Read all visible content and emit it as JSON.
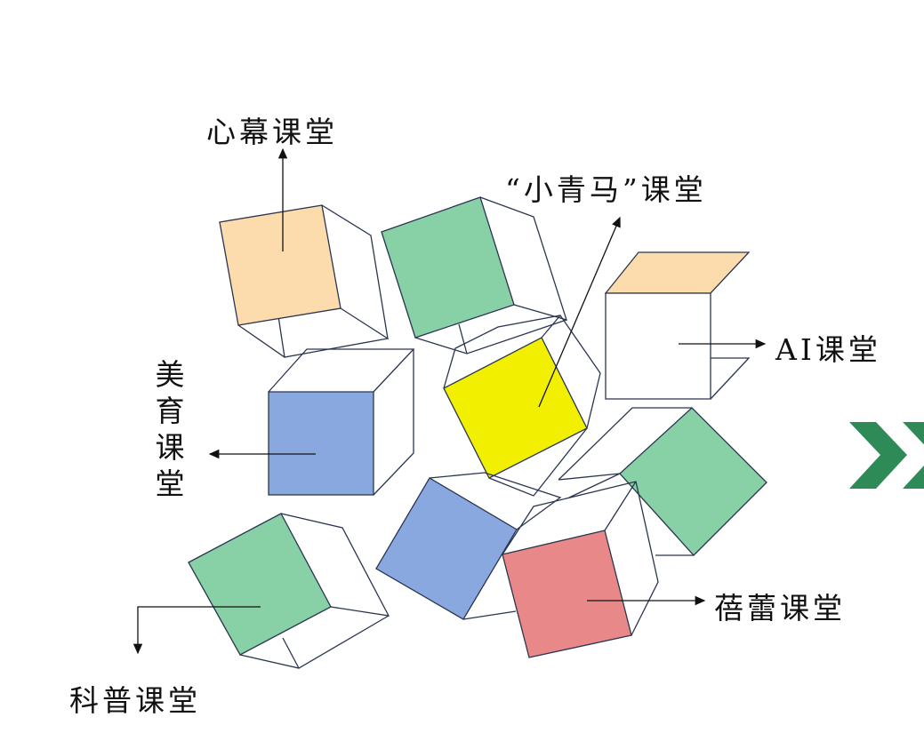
{
  "labels": {
    "xinmu": "心幕课堂",
    "xiaoqingma": "“小青马”课堂",
    "ai": "AI课堂",
    "meiyu": "美育课堂",
    "kepu": "科普课堂",
    "beilei": "蓓蕾课堂"
  },
  "colors": {
    "peach": "#fcdcac",
    "green": "#88d0a6",
    "yellow": "#f2ef00",
    "blue": "#8aa8e0",
    "red": "#e98888",
    "chevron": "#2e8b57"
  }
}
